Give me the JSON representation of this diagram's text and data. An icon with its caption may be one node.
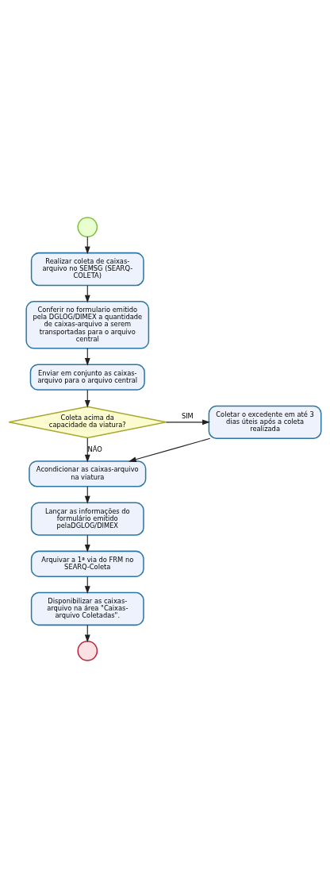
{
  "diagram": {
    "nodes": [
      {
        "text": [],
        "shape": "circle"
      },
      {
        "text": [
          "Realizar coleta de caixas-arquivo no SEMSG (SEARQ-COLETA)"
        ]
      },
      {
        "text": [
          "Conferir no formulario emitido pela DGLOG/DIMEX a quantidade de caixas-arquivo a serem transportadas para o arquivo central"
        ]
      },
      {
        "text": [
          "Enviar em conjunto as caixas-arquivo para o arquivo central"
        ]
      },
      {
        "text": [
          "Coleta acima da capacidade da viatura?"
        ]
      },
      {
        "text": [
          "Coletar o excedente em até 3 dias úteis após a coleta realizada"
        ]
      },
      {
        "text": [
          "Acondicionar as caixas-arquivo na viatura"
        ]
      },
      {
        "text": [
          "Lançar as informações do formulário emitido pelaDGLOG/DIMEX"
        ]
      },
      {
        "text": [
          "Arquivar a 1ª via do FRM no SEARQ-Coleta"
        ]
      },
      {
        "text": [
          "Disponibilizar as caixas-arquivo na área \"Caixas-arquivo Coletadas\"."
        ]
      },
      {
        "text": [],
        "shape": "circle"
      }
    ],
    "edges": [
      {
        "from": 0,
        "to": 1,
        "arrow": "to"
      },
      {
        "from": 1,
        "to": 2,
        "arrow": "to"
      },
      {
        "from": 2,
        "to": 3,
        "arrow": "to"
      },
      {
        "from": 3,
        "to": 4,
        "arrow": "to"
      },
      {
        "from": 4,
        "to": 5,
        "arrow": "to",
        "label": "SIM"
      },
      {
        "from": 4,
        "to": 6,
        "arrow": "to",
        "label": "NÃO"
      },
      {
        "from": 5,
        "to": 6,
        "arrow": "to"
      },
      {
        "from": 6,
        "to": 7,
        "arrow": "to"
      },
      {
        "from": 7,
        "to": 8,
        "arrow": "to"
      },
      {
        "from": 8,
        "to": 9,
        "arrow": "to"
      },
      {
        "from": 9,
        "to": 10,
        "arrow": "to"
      }
    ]
  }
}
